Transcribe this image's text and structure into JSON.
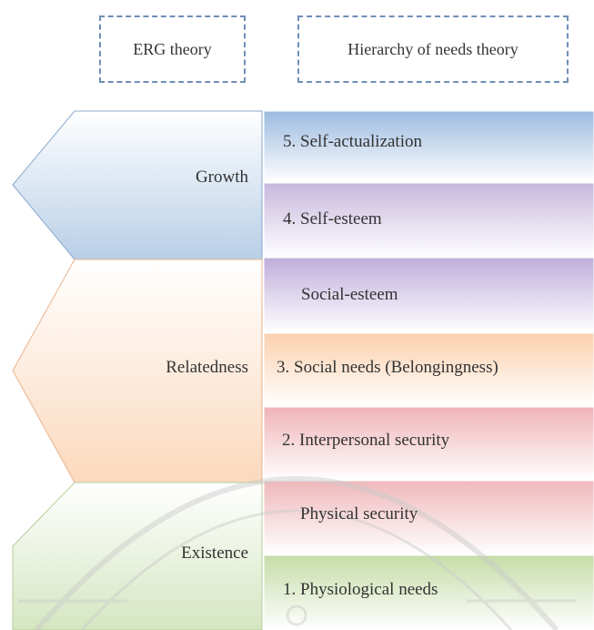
{
  "headers": {
    "erg": "ERG theory",
    "hierarchy": "Hierarchy of needs theory"
  },
  "erg": [
    {
      "label": "Growth",
      "color": "#b8cfe7"
    },
    {
      "label": "Relatedness",
      "color": "#fbd9bd"
    },
    {
      "label": "Existence",
      "color": "#d5e6c1"
    }
  ],
  "needs": [
    {
      "label": "5. Self-actualization",
      "color": "#9dbbe0"
    },
    {
      "label": "4. Self-esteem",
      "color": "#c7b7de"
    },
    {
      "label": "Social-esteem",
      "color": "#bfaedb"
    },
    {
      "label": "3. Social needs (Belongingness)",
      "color": "#fbd0ad"
    },
    {
      "label": "2. Interpersonal security",
      "color": "#efb3b7"
    },
    {
      "label": "Physical security",
      "color": "#efb8bb"
    },
    {
      "label": "1. Physiological needs",
      "color": "#c6dca8"
    }
  ]
}
